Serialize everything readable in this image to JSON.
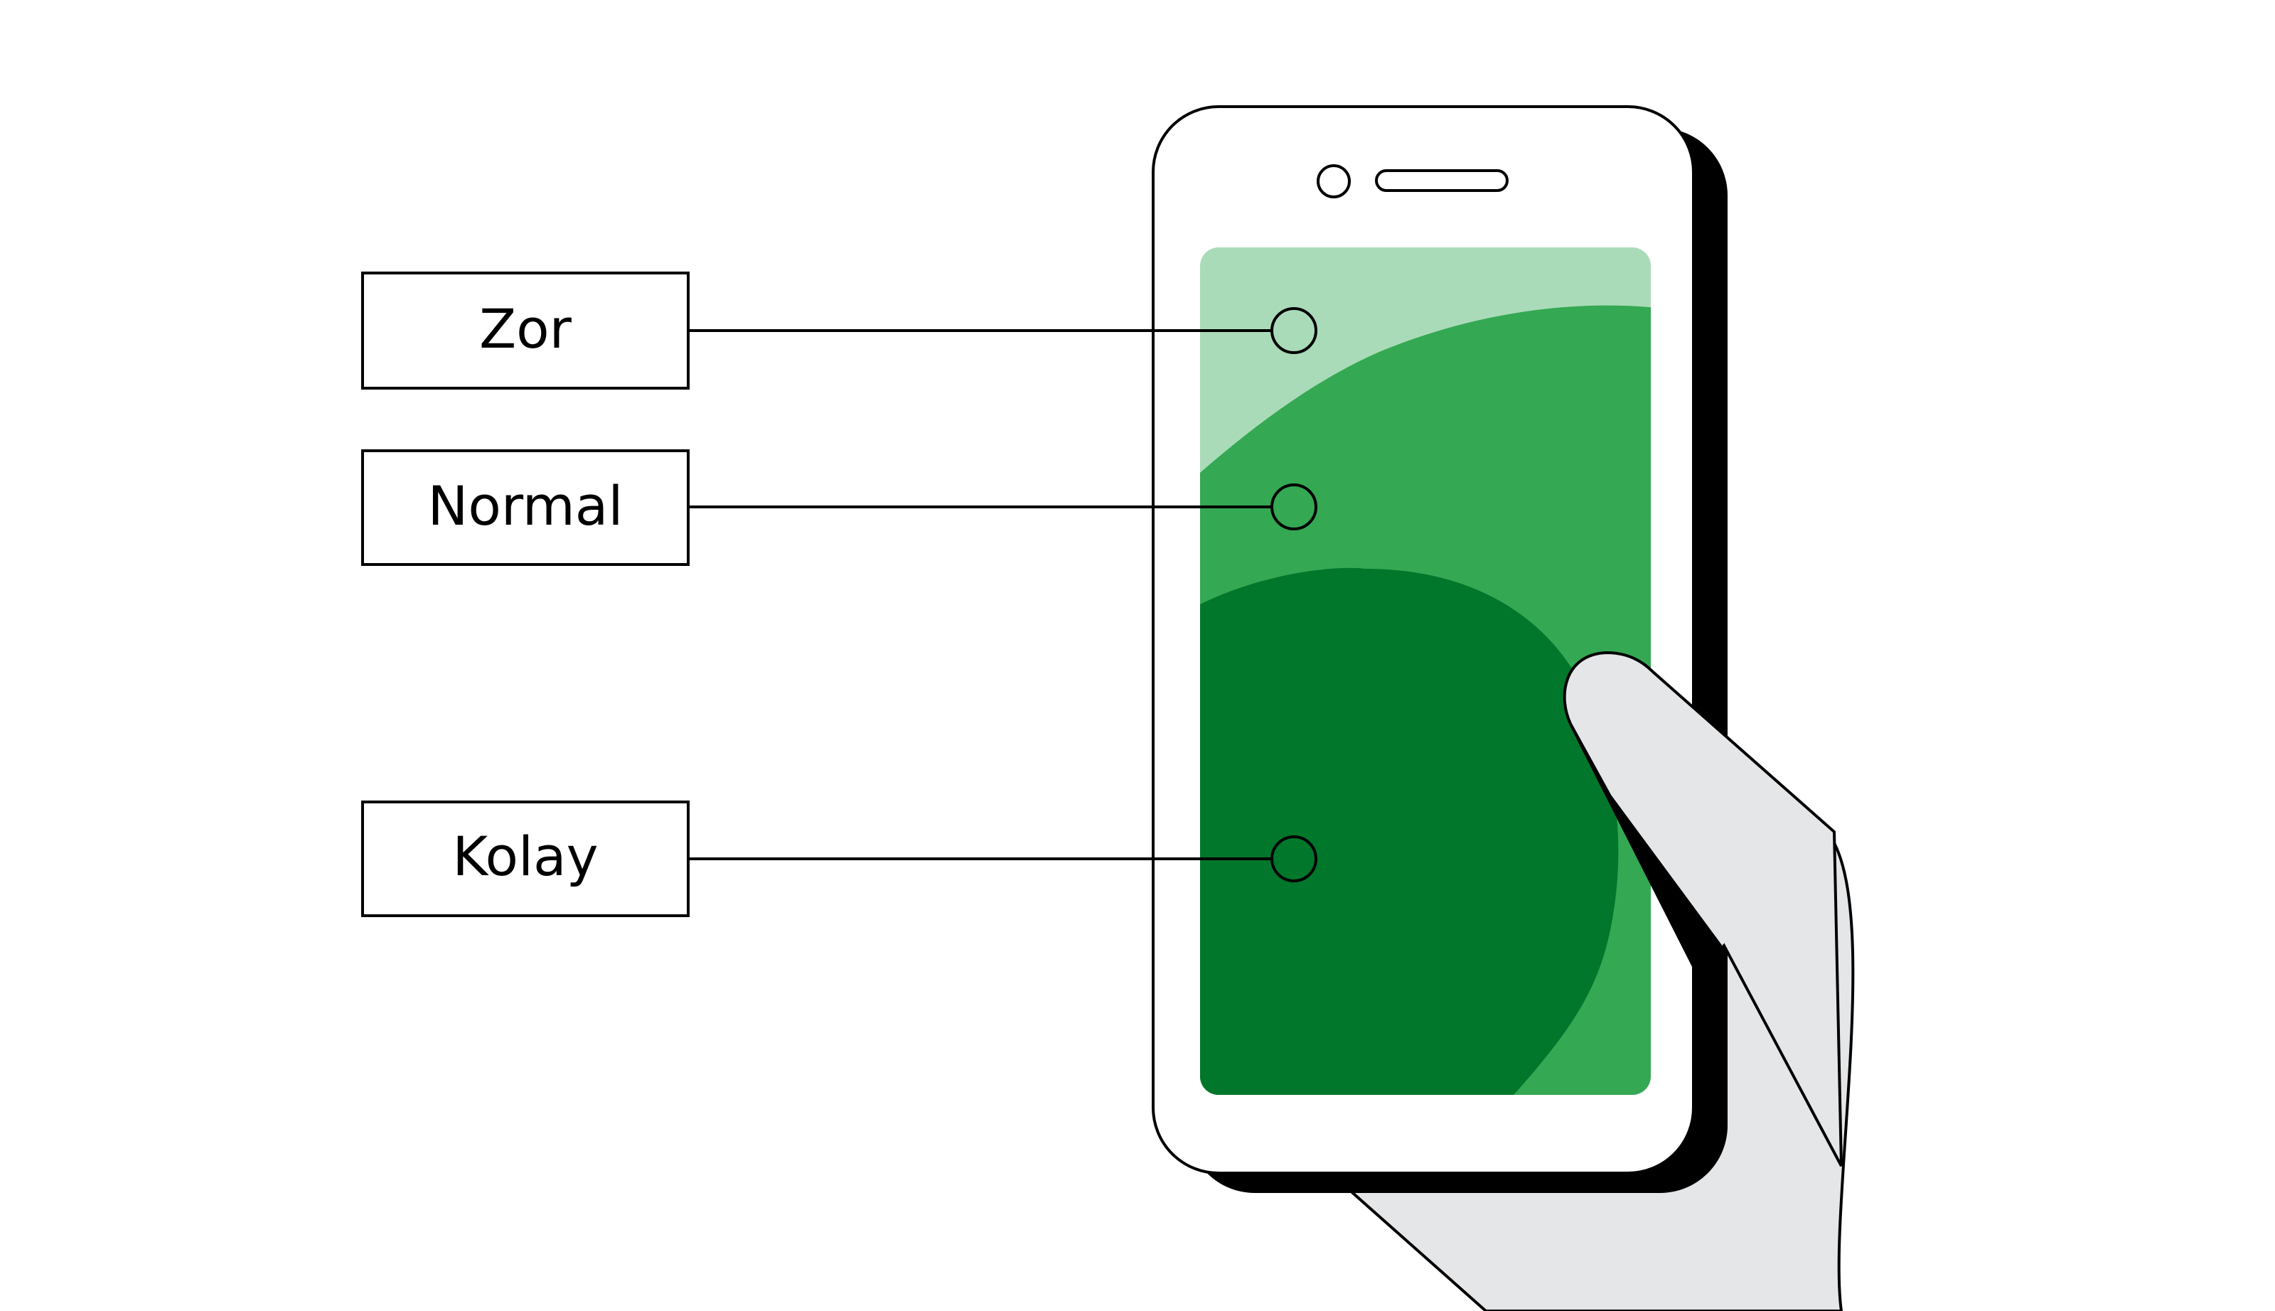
{
  "labels": {
    "hard": "Zor",
    "normal": "Normal",
    "easy": "Kolay"
  },
  "zones": [
    {
      "id": "hard",
      "color": "#aadbb8"
    },
    {
      "id": "normal",
      "color": "#34a853"
    },
    {
      "id": "easy",
      "color": "#00772b"
    }
  ],
  "colors": {
    "outline": "#000000",
    "phone_body": "#ffffff",
    "phone_shadow": "#000000",
    "hand": "#e5e6e8",
    "background": "#ffffff"
  },
  "icons": {
    "camera": "camera-icon",
    "speaker": "speaker-icon",
    "hand": "hand-illustration"
  }
}
